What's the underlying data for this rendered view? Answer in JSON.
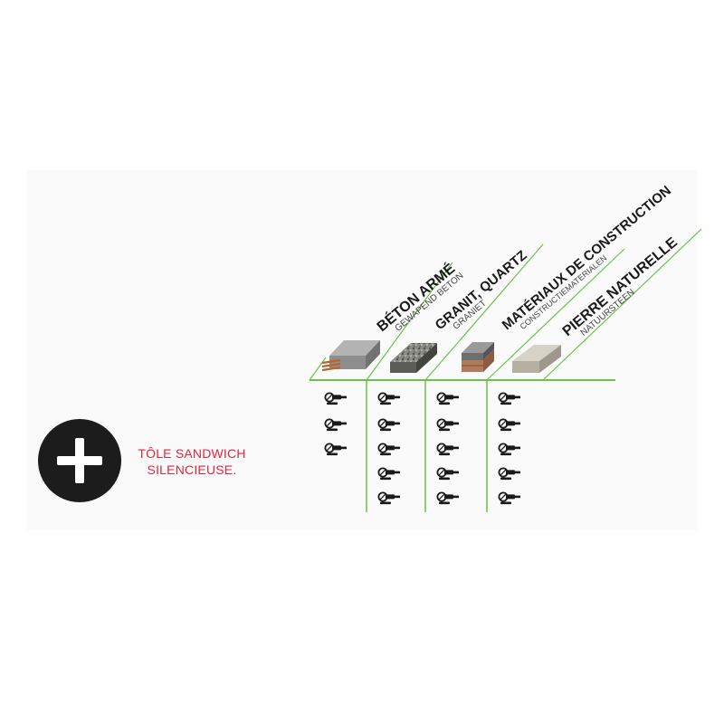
{
  "feature": {
    "line1": "TÔLE SANDWICH",
    "line2": "SILENCIEUSE."
  },
  "materials": [
    {
      "title": "BÉTON ARMÉ",
      "subtitle": "GEWAPEND BETON",
      "image": "reinforced-concrete-block",
      "rating": 3
    },
    {
      "title": "GRANIT, QUARTZ",
      "subtitle": "GRANIET",
      "image": "granite-slab",
      "rating": 5
    },
    {
      "title": "MATÉRIAUX DE CONSTRUCTION",
      "subtitle": "CONSTRUCTIEMATERIALEN",
      "image": "brick-layers",
      "rating": 5
    },
    {
      "title": "PIERRE NATURELLE",
      "subtitle": "NATUURSTEEN",
      "image": "sandstone-slab",
      "rating": 5
    }
  ],
  "rating_icon": "angle-grinder-icon",
  "colors": {
    "grid_green": "#6cc24a",
    "feature_red": "#e0263c",
    "badge_black": "#1c1c1c",
    "ink": "#1a1a1a"
  }
}
